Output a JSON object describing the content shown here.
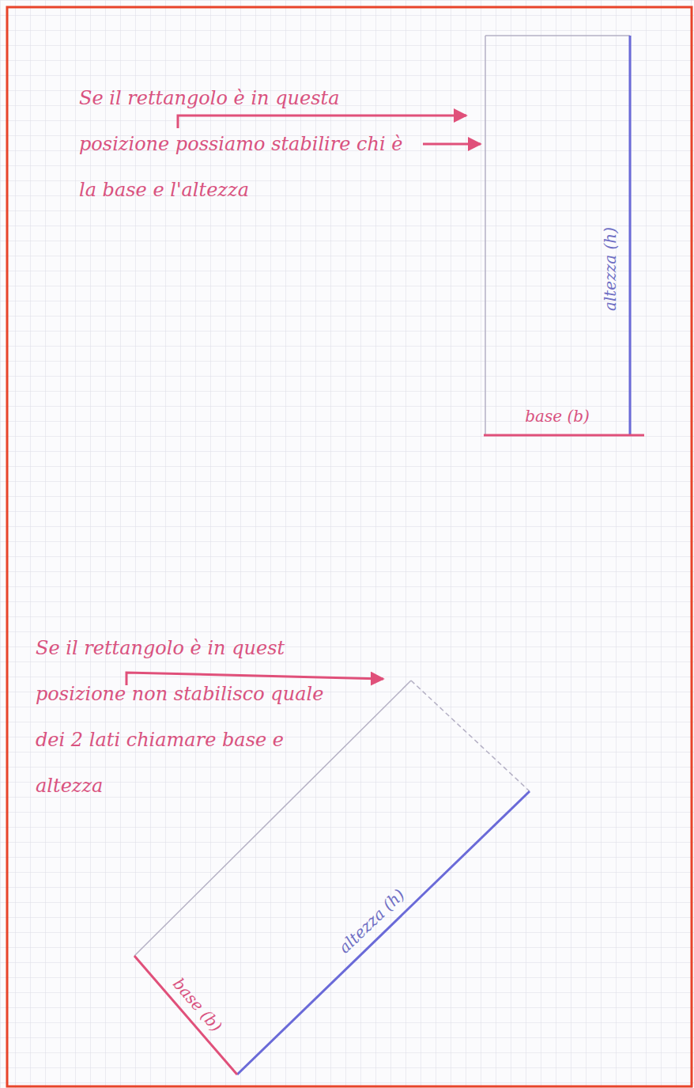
{
  "diagram": {
    "labels": [
      "Se il rettangolo è in questa posizione possiamo stabilire chi è la base e l'altezza",
      "altezza (h)",
      "base (b)",
      "Se il rettangolo è in quest posizione non stabilisco quale dei 2 lati chiamare base e altezza",
      "base (b)",
      "altezza (h)"
    ]
  }
}
